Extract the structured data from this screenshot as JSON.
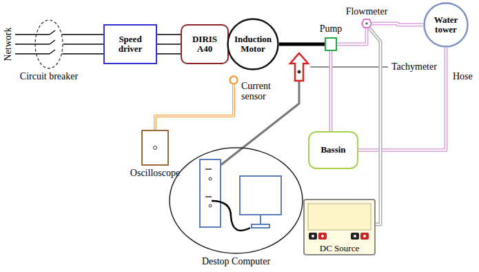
{
  "diagram": {
    "nodes": [
      {
        "text": [
          "Circuit breaker"
        ]
      },
      {
        "text": [
          "Speed driver"
        ]
      },
      {
        "text": [
          "DIRIS A40"
        ]
      },
      {
        "text": [
          "Induction Motor"
        ]
      },
      {
        "text": [
          "Current sensor"
        ]
      },
      {
        "text": [
          "Pump"
        ]
      },
      {
        "text": [
          "Tachymeter"
        ]
      },
      {
        "text": [
          "Flowmeter"
        ]
      },
      {
        "text": [
          "Water tower"
        ]
      },
      {
        "text": [
          "Bassin"
        ]
      },
      {
        "text": [
          "Oscilloscope"
        ]
      },
      {
        "text": [
          "Destop Computer"
        ]
      },
      {
        "text": [
          "DC Source"
        ]
      }
    ],
    "edges": [
      {
        "from": 0,
        "to": 1,
        "arrow": "none"
      },
      {
        "from": 1,
        "to": 2,
        "arrow": "none"
      },
      {
        "from": 2,
        "to": 3,
        "arrow": "none"
      },
      {
        "from": 3,
        "to": 5,
        "arrow": "none"
      },
      {
        "from": 5,
        "to": 7,
        "arrow": "none"
      },
      {
        "from": 7,
        "to": 8,
        "arrow": "none"
      },
      {
        "from": 8,
        "to": 9,
        "arrow": "none"
      },
      {
        "from": 5,
        "to": 9,
        "arrow": "none"
      },
      {
        "from": 4,
        "to": 10,
        "arrow": "none"
      },
      {
        "from": 6,
        "to": 11,
        "arrow": "none"
      },
      {
        "from": 7,
        "to": 12,
        "arrow": "none"
      }
    ],
    "labels": [
      "Network",
      "Hose"
    ]
  }
}
